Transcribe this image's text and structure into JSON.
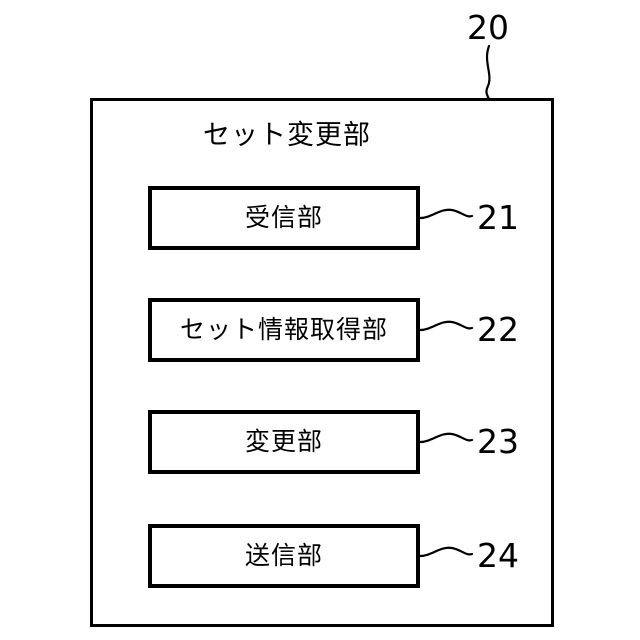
{
  "figure": {
    "type": "patent-block-diagram",
    "background_color": "#ffffff",
    "line_color": "#000000",
    "module": {
      "title": "セット変更部",
      "reference_numeral": "20"
    },
    "components": [
      {
        "label": "受信部",
        "reference_numeral": "21"
      },
      {
        "label": "セット情報取得部",
        "reference_numeral": "22"
      },
      {
        "label": "変更部",
        "reference_numeral": "23"
      },
      {
        "label": "送信部",
        "reference_numeral": "24"
      }
    ]
  }
}
